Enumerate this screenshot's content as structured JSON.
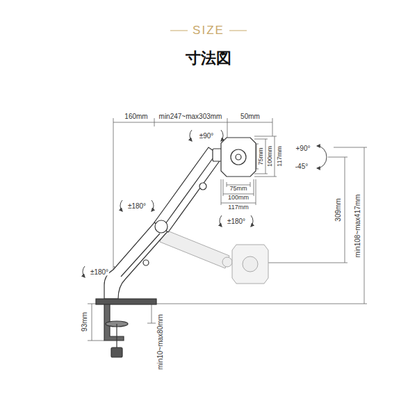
{
  "diagram": {
    "title": "寸法図",
    "labels": [
      "SIZE",
      "160mm",
      "min247~max303mm",
      "50mm",
      "±90°",
      "75mm",
      "100mm",
      "117mm",
      "+90°",
      "-45°",
      "75mm",
      "100mm",
      "117mm",
      "±180°",
      "309mm",
      "min108~max417mm",
      "±180°",
      "±180°",
      "93mm",
      "min10~max80mm"
    ]
  }
}
